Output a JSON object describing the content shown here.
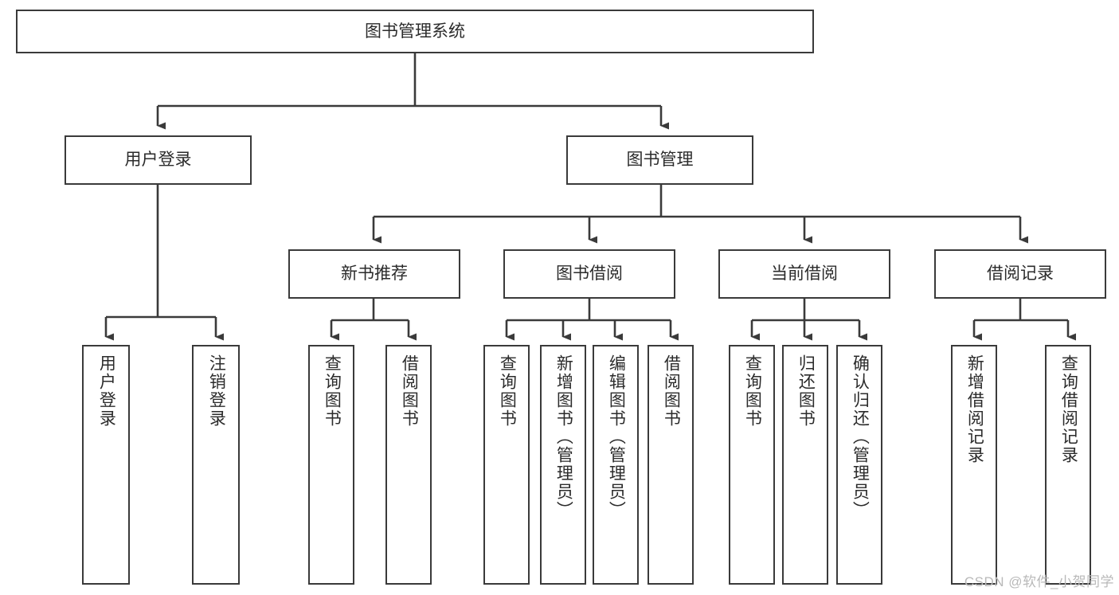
{
  "diagram": {
    "title": "图书管理系统",
    "type": "hierarchy-tree",
    "root": {
      "label": "图书管理系统"
    },
    "level2": [
      {
        "label": "用户登录"
      },
      {
        "label": "图书管理"
      }
    ],
    "level3": [
      {
        "label": "新书推荐"
      },
      {
        "label": "图书借阅"
      },
      {
        "label": "当前借阅"
      },
      {
        "label": "借阅记录"
      }
    ],
    "leaves": {
      "user_login": [
        {
          "label": "用户登录"
        },
        {
          "label": "注销登录"
        }
      ],
      "new_book_recommend": [
        {
          "label": "查询图书"
        },
        {
          "label": "借阅图书"
        }
      ],
      "book_borrow": [
        {
          "label": "查询图书"
        },
        {
          "label": "新增图书（管理员）"
        },
        {
          "label": "编辑图书（管理员）"
        },
        {
          "label": "借阅图书"
        }
      ],
      "current_borrow": [
        {
          "label": "查询图书"
        },
        {
          "label": "归还图书"
        },
        {
          "label": "确认归还（管理员）"
        }
      ],
      "borrow_record": [
        {
          "label": "新增借阅记录"
        },
        {
          "label": "查询借阅记录"
        }
      ]
    }
  },
  "watermark": {
    "text": "CSDN @软件_小贺同学"
  },
  "colors": {
    "box_border": "#3a3a3a",
    "text": "#2b2b2b",
    "line": "#3a3a3a",
    "background": "#ffffff",
    "watermark": "#b9b9b9"
  }
}
